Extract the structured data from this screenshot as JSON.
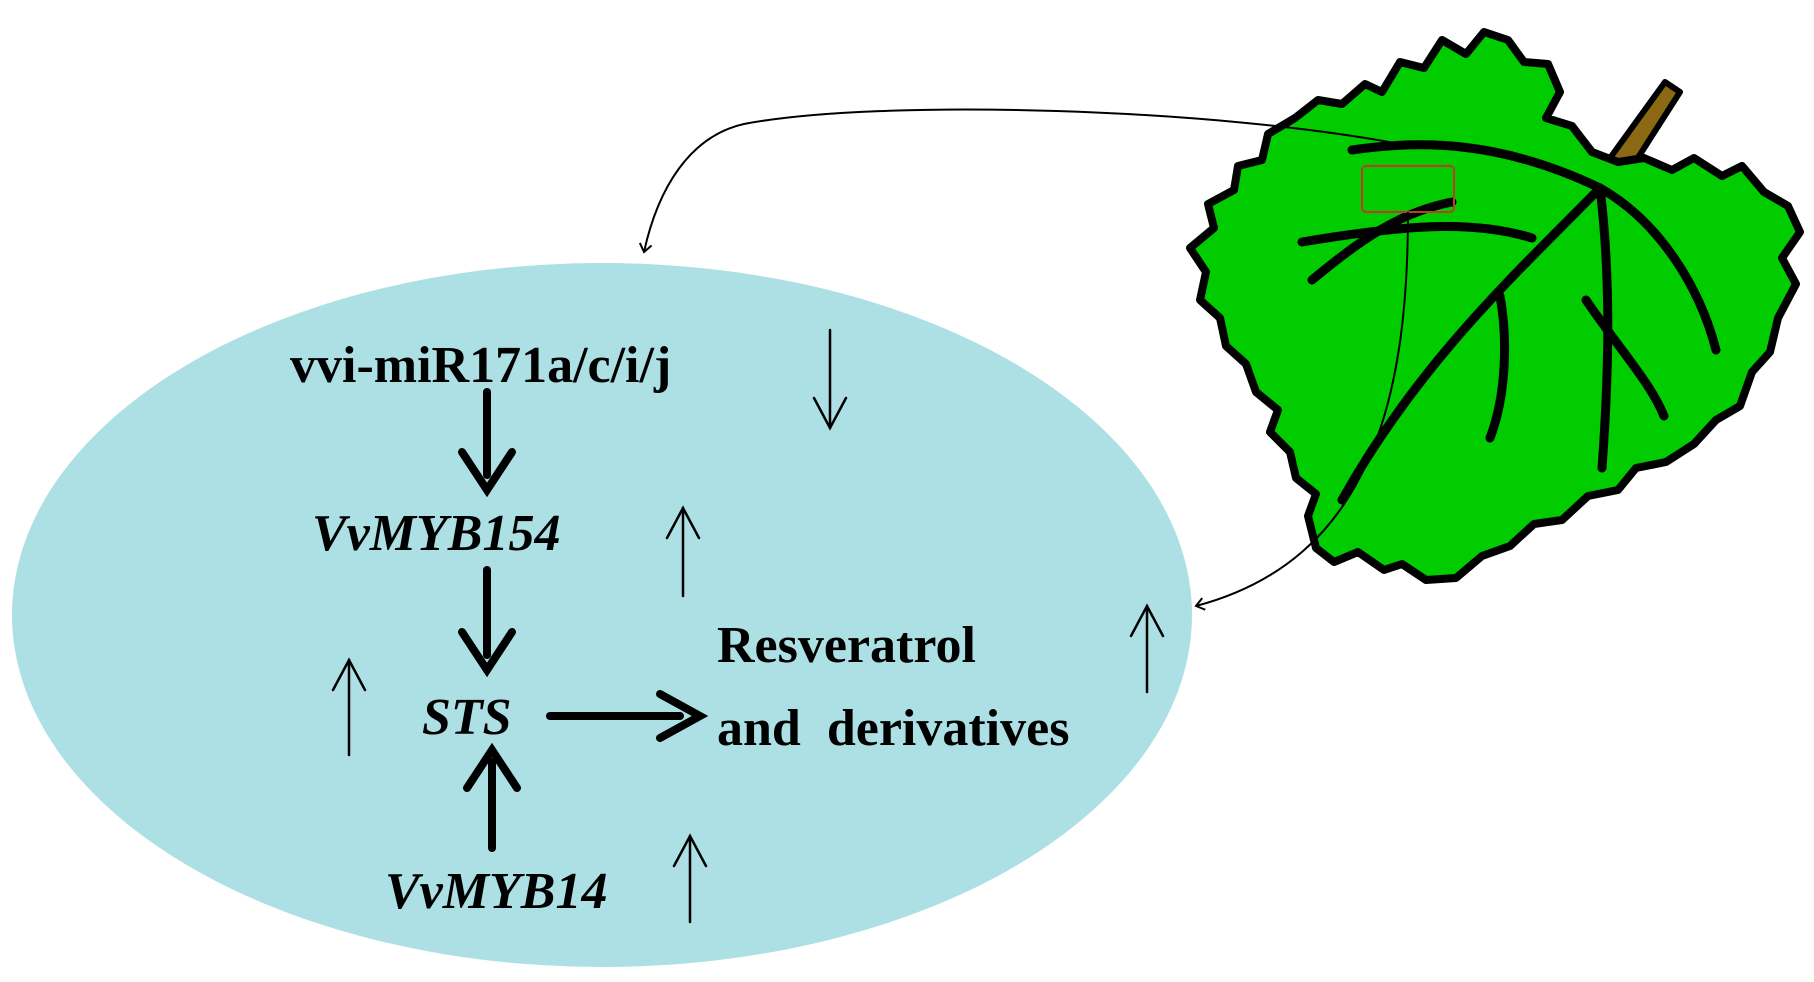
{
  "nodes": {
    "mirna": {
      "label": "vvi-miR171a/c/i/j"
    },
    "myb154": {
      "label": "VvMYB154"
    },
    "sts": {
      "label": "STS"
    },
    "myb14": {
      "label": "VvMYB14"
    },
    "product": {
      "line1": "Resveratrol",
      "line2": "and  derivatives"
    }
  },
  "regulation": {
    "mirna": "down",
    "myb154": "up",
    "sts": "up",
    "myb14": "up",
    "product": "up"
  },
  "colors": {
    "cell": "#ade0e4",
    "leaf": "#00cc00",
    "leaf_outline": "#000000",
    "petiole": "#8b6914",
    "highlight_box": "#c0392b",
    "text": "#000000"
  },
  "icons": {
    "leaf": "grape-leaf-icon"
  }
}
